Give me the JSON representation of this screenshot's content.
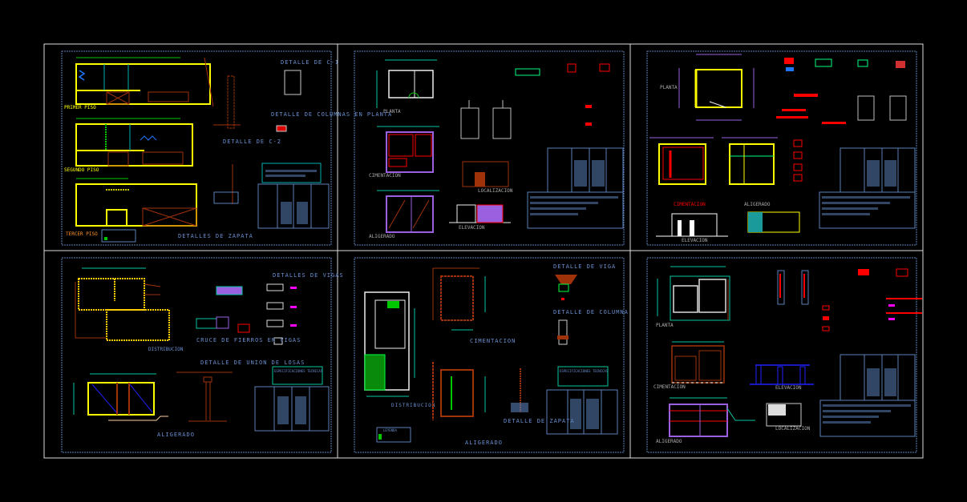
{
  "sheets": {
    "s1": {
      "plan1": "PRIMER PISO",
      "plan2": "SEGUNDO PISO",
      "plan3": "TERCER PISO",
      "d1": "DETALLE DE C-1",
      "d2": "DETALLE DE COLUMNAS EN PLANTA",
      "d3": "DETALLE DE C-2",
      "d4": "DETALLES DE ZAPATA"
    },
    "s2": {
      "plan1": "PLANTA",
      "plan2": "CIMENTACION",
      "plan3": "ALIGERADO",
      "loc": "LOCALIZACION",
      "elev": "ELEVACION"
    },
    "s3": {
      "plan1": "PLANTA",
      "plan2": "CIMENTACION",
      "plan3": "ALIGERADO",
      "elev": "ELEVACION"
    },
    "s4": {
      "plan1": "DISTRIBUCION",
      "plan2": "ALIGERADO",
      "d1": "DETALLES DE VIGAS",
      "d2": "CRUCE DE FIERROS EN VIGAS",
      "d3": "DETALLE DE UNION DE LOSAS",
      "spec": "ESPECIFICACIONES TECNICAS"
    },
    "s5": {
      "plan1": "DISTRIBUCION",
      "plan2": "CIMENTACION",
      "plan3": "ALIGERADO",
      "d1": "DETALLE DE VIGA",
      "d2": "DETALLE DE COLUMNA",
      "d3": "DETALLE DE ZAPATA",
      "spec": "ESPECIFICACIONES TECNICAS",
      "legend": "LEYENDA"
    },
    "s6": {
      "plan1": "PLANTA",
      "plan2": "CIMENTACION",
      "plan3": "ALIGERADO",
      "elev": "ELEVACION",
      "loc": "LOCALIZACION"
    }
  },
  "colors": {
    "wall": "#ffff00",
    "dim": "#00c8a0",
    "brown": "#a0320a",
    "detail": "#6a8fd0",
    "red": "#ff0000",
    "purple": "#9a60e0"
  }
}
